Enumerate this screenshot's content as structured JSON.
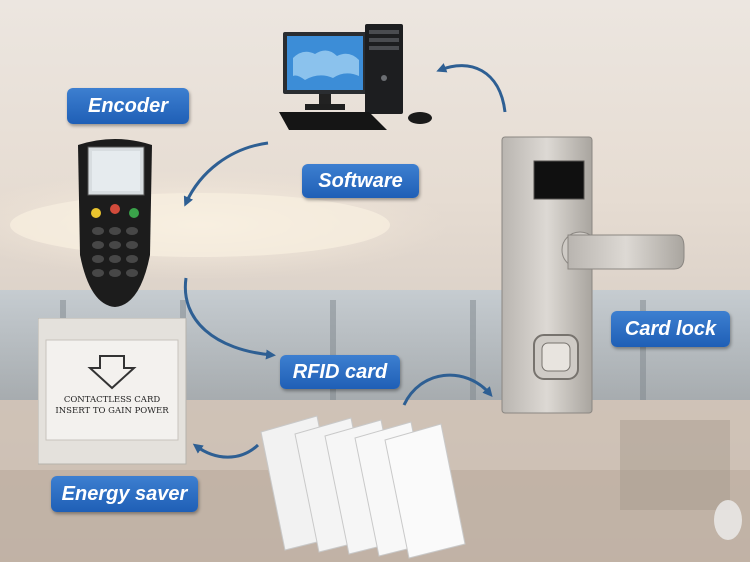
{
  "labels": {
    "encoder": "Encoder",
    "software": "Software",
    "rfid_card": "RFID card",
    "card_lock": "Card lock",
    "energy_saver": "Energy saver"
  },
  "energy_saver_panel": {
    "line1": "CONTACTLESS CARD",
    "line2": "INSERT TO GAIN POWER"
  },
  "colors": {
    "label_fill": "#2a6bc1",
    "arrow": "#2e5f93"
  },
  "icons": [
    "computer-icon",
    "encoder-device-icon",
    "door-lock-icon",
    "energy-saver-icon",
    "rfid-cards-icon",
    "cycle-arrow-icon"
  ]
}
